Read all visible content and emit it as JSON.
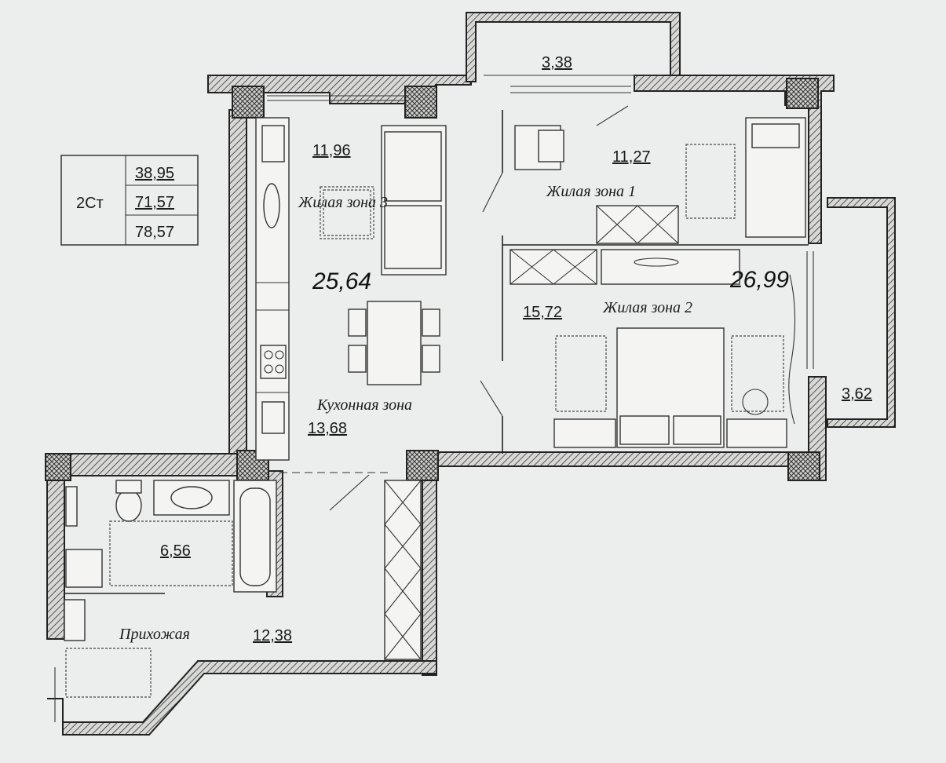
{
  "area_table": {
    "type_label": "2Ст",
    "values": [
      "38,95",
      "71,57",
      "78,57"
    ]
  },
  "rooms": {
    "balcony_top_area": "3,38",
    "living3_area": "11,96",
    "living3_label": "Жилая зона 3",
    "living1_area": "11,27",
    "living1_label": "Жилая зона 1",
    "living2_area": "15,72",
    "living2_label": "Жилая зона 2",
    "kitchen_label": "Кухонная зона",
    "kitchen_area": "13,68",
    "bathroom_area": "6,56",
    "hallway_label": "Прихожая",
    "hallway_area": "12,38",
    "balcony_right_area": "3,62"
  },
  "handwritten": {
    "left_total": "25,64",
    "right_total": "26,99"
  },
  "colors": {
    "paper": "#eceeed",
    "ink": "#222222"
  }
}
